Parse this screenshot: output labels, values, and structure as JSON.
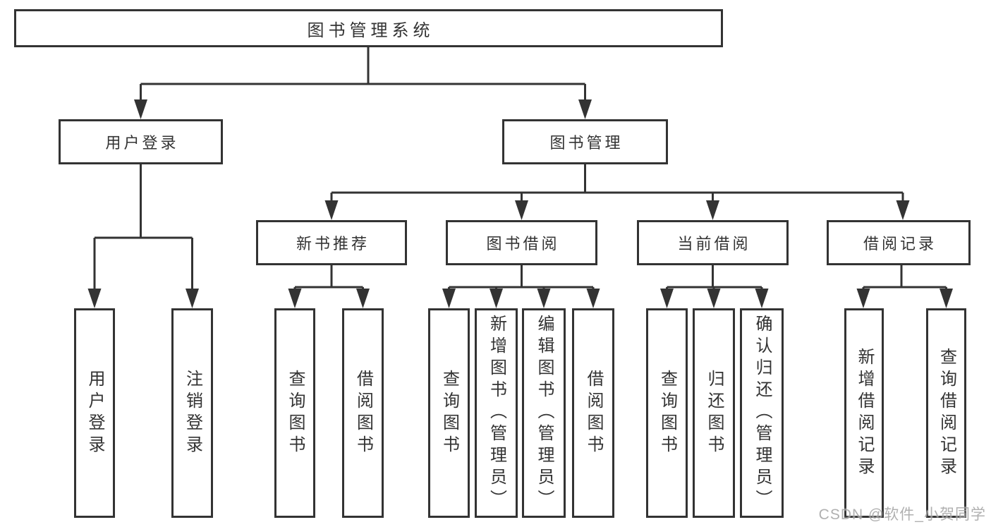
{
  "diagram": {
    "title": "图书管理系统",
    "type": "functional-structure-tree",
    "colors": {
      "line": "#333333",
      "text": "#333333",
      "box_background": "#ffffff",
      "page_background": "#ffffff",
      "watermark": "#a3a3a3"
    }
  },
  "tree": {
    "root": {
      "label": "图书管理系统",
      "children": [
        {
          "label": "用户登录",
          "children": [
            {
              "label": "用户登录"
            },
            {
              "label": "注销登录"
            }
          ]
        },
        {
          "label": "图书管理",
          "children": [
            {
              "label": "新书推荐",
              "children": [
                {
                  "label": "查询图书"
                },
                {
                  "label": "借阅图书"
                }
              ]
            },
            {
              "label": "图书借阅",
              "children": [
                {
                  "label": "查询图书"
                },
                {
                  "label": "新增图书（管理员）"
                },
                {
                  "label": "编辑图书（管理员）"
                },
                {
                  "label": "借阅图书"
                }
              ]
            },
            {
              "label": "当前借阅",
              "children": [
                {
                  "label": "查询图书"
                },
                {
                  "label": "归还图书"
                },
                {
                  "label": "确认归还（管理员）"
                }
              ]
            },
            {
              "label": "借阅记录",
              "children": [
                {
                  "label": "新增借阅记录"
                },
                {
                  "label": "查询借阅记录"
                }
              ]
            }
          ]
        }
      ]
    }
  },
  "watermark": {
    "text": "CSDN @软件_小贺同学"
  }
}
